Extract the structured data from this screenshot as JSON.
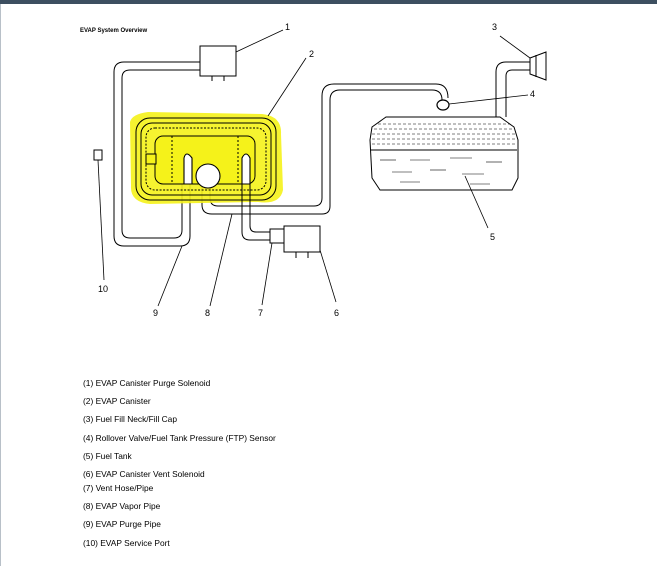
{
  "diagram": {
    "title": "EVAP System Overview",
    "callouts": [
      "1",
      "2",
      "3",
      "4",
      "5",
      "6",
      "7",
      "8",
      "9",
      "10"
    ]
  },
  "legend": [
    "(1) EVAP Canister Purge Solenoid",
    "(2) EVAP Canister",
    "(3) Fuel Fill Neck/Fill Cap",
    "(4) Rollover Valve/Fuel Tank Pressure (FTP) Sensor",
    "(5) Fuel Tank",
    "(6) EVAP Canister Vent Solenoid",
    "(7) Vent Hose/Pipe",
    "(8) EVAP Vapor Pipe",
    "(9) EVAP Purge Pipe",
    "(10) EVAP Service Port"
  ],
  "colors": {
    "highlight": "#f5f21a",
    "line": "#000000",
    "header": "#3d4f60"
  }
}
